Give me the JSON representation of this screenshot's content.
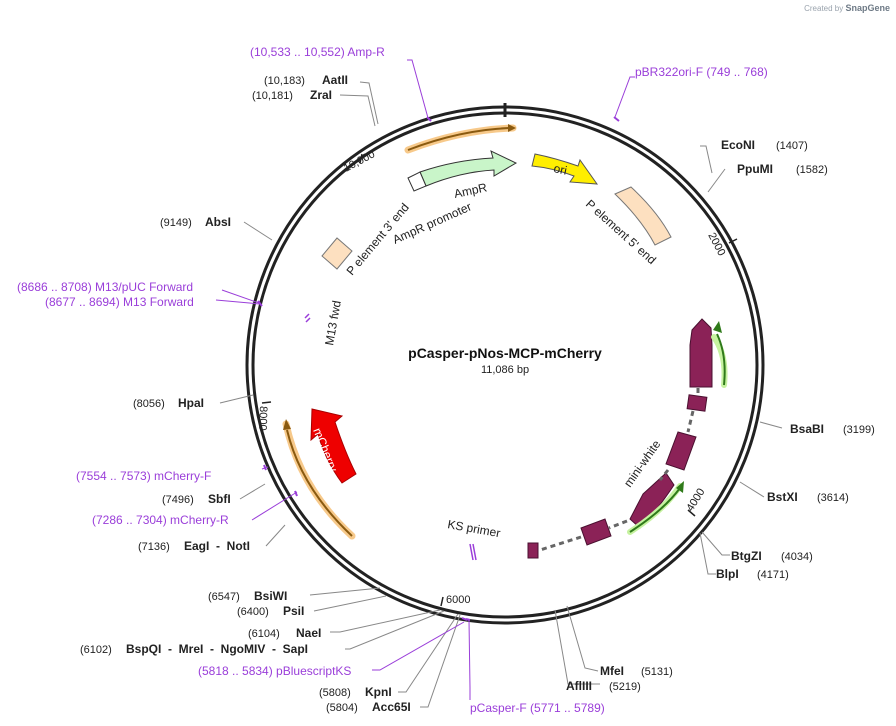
{
  "brand": {
    "prefix": "Created by",
    "name": "SnapGene"
  },
  "plasmid": {
    "name": "pCasper-pNos-MCP-mCherry",
    "length_label": "11,086 bp"
  },
  "colors": {
    "primer": "#9a3ed9",
    "text": "#222222",
    "ampr": "#c9f5c9",
    "ori": "#ffee00",
    "pelement": "#fde0c0",
    "mcherry": "#ee0000",
    "miniwhite": "#8b2257",
    "orange_feature": "#c97a20",
    "green_feature": "#5cbf2a"
  },
  "tick_labels": [
    "10,000",
    "2000",
    "4000",
    "6000",
    "8000"
  ],
  "features": [
    {
      "label": "AmpR",
      "color": "#c9f5c9"
    },
    {
      "label": "AmpR promoter",
      "color": "#ffffff"
    },
    {
      "label": "ori",
      "color": "#ffee00"
    },
    {
      "label": "P element 5' end",
      "color": "#fde0c0"
    },
    {
      "label": "P element 3' end",
      "color": "#fde0c0"
    },
    {
      "label": "mCherry",
      "color": "#ee0000"
    },
    {
      "label": "mini-white",
      "color": "#8b2257"
    },
    {
      "label": "M13 fwd",
      "color": "#9a3ed9"
    },
    {
      "label": "KS primer",
      "color": "#9a3ed9"
    }
  ],
  "enzyme_labels": [
    {
      "pos": "(10,183)",
      "name": "AatII"
    },
    {
      "pos": "(10,181)",
      "name": "ZraI"
    },
    {
      "pos": "(1407)",
      "name": "EcoNI"
    },
    {
      "pos": "(1582)",
      "name": "PpuMI"
    },
    {
      "pos": "(9149)",
      "name": "AbsI"
    },
    {
      "pos": "(8056)",
      "name": "HpaI"
    },
    {
      "pos": "(3199)",
      "name": "BsaBI"
    },
    {
      "pos": "(3614)",
      "name": "BstXI"
    },
    {
      "pos": "(7496)",
      "name": "SbfI"
    },
    {
      "pos": "(7136)",
      "name": "EagI  -  NotI"
    },
    {
      "pos": "(4034)",
      "name": "BtgZI"
    },
    {
      "pos": "(4171)",
      "name": "BlpI"
    },
    {
      "pos": "(6547)",
      "name": "BsiWI"
    },
    {
      "pos": "(6400)",
      "name": "PsiI"
    },
    {
      "pos": "(6104)",
      "name": "NaeI"
    },
    {
      "pos": "(6102)",
      "name": "BspQI  -  MreI  -  NgoMIV  -  SapI"
    },
    {
      "pos": "(5131)",
      "name": "MfeI"
    },
    {
      "pos": "(5219)",
      "name": "AflIII"
    },
    {
      "pos": "(5808)",
      "name": "KpnI"
    },
    {
      "pos": "(5804)",
      "name": "Acc65I"
    }
  ],
  "primer_labels": [
    {
      "text": "(10,533 .. 10,552)  Amp-R"
    },
    {
      "text": "pBR322ori-F   (749 .. 768)"
    },
    {
      "text": "(8686 .. 8708)  M13/pUC Forward"
    },
    {
      "text": "(8677 .. 8694)  M13 Forward"
    },
    {
      "text": "(7554 .. 7573)  mCherry-F"
    },
    {
      "text": "(7286 .. 7304)  mCherry-R"
    },
    {
      "text": "(5818 .. 5834)  pBluescriptKS"
    },
    {
      "text": "pCasper-F   (5771 .. 5789)"
    }
  ]
}
